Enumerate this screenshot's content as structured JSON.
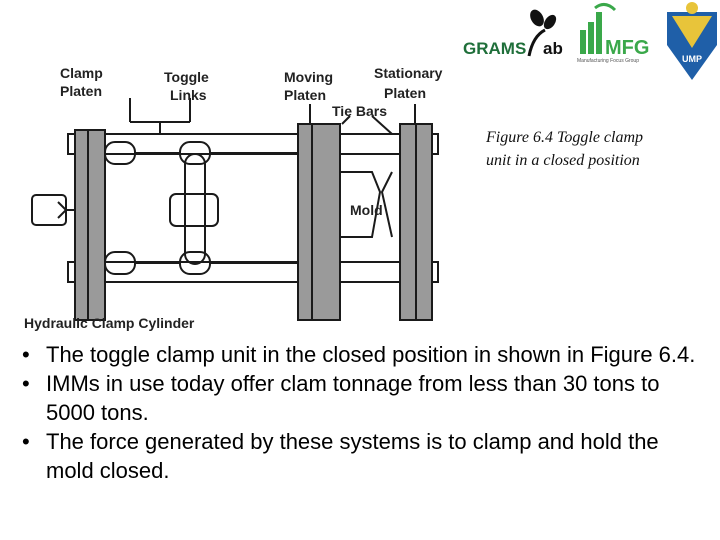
{
  "logos": {
    "grams": "GRAMS",
    "grams_suffix": "ab",
    "mfg": "MFG",
    "mfg_sub": "Manufacturing Focus Group",
    "ump": "UMP"
  },
  "figure": {
    "labels": {
      "clamp_platen_1": "Clamp",
      "clamp_platen_2": "Platen",
      "toggle_links_1": "Toggle",
      "toggle_links_2": "Links",
      "moving_platen_1": "Moving",
      "moving_platen_2": "Platen",
      "stationary_platen_1": "Stationary",
      "stationary_platen_2": "Platen",
      "tie_bars": "Tie Bars",
      "mold": "Mold",
      "hydraulic_cylinder": "Hydraulic Clamp Cylinder"
    },
    "caption": "Figure 6.4  Toggle clamp unit in a closed position"
  },
  "bullets": [
    "The toggle clamp unit in the closed position in shown in Figure 6.4.",
    "IMMs in use today offer clam tonnage from less than 30 tons to 5000 tons.",
    "The force generated by these systems is to clamp and hold the mold closed."
  ],
  "colors": {
    "drawing": "#1a1a1a",
    "platen_fill": "#9a9a9a",
    "ump_blue": "#1f5fa8",
    "mfg_green": "#3aa84a"
  }
}
